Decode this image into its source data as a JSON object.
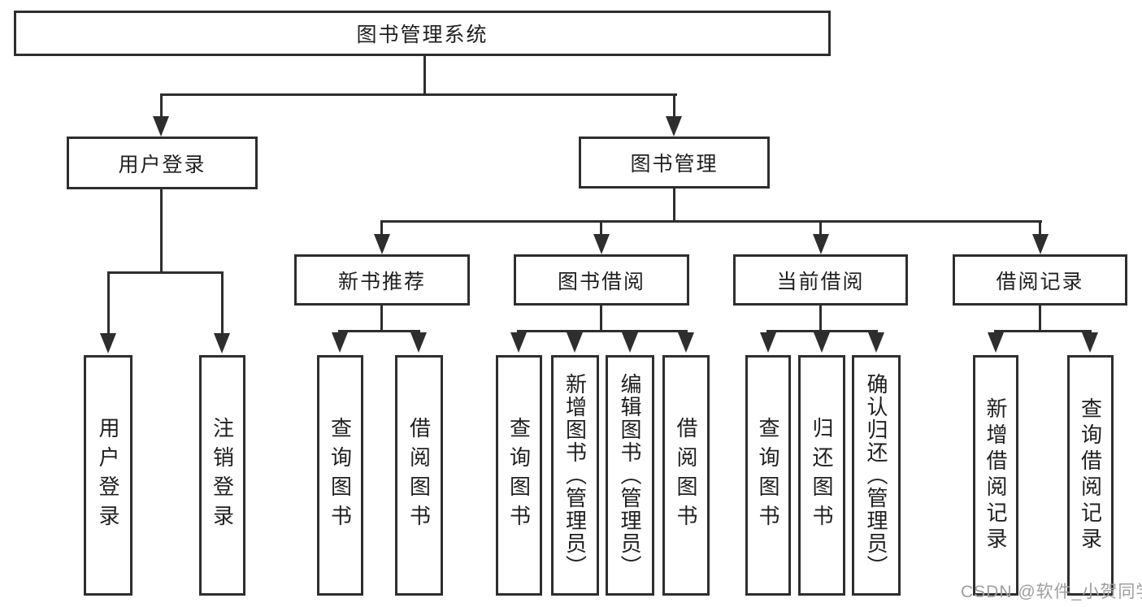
{
  "diagram_type": "feature-tree",
  "nodes": {
    "root": "图书管理系统",
    "user_login": "用户登录",
    "book_mgmt": "图书管理",
    "new_book_recommend": "新书推荐",
    "book_borrow": "图书借阅",
    "current_borrow": "当前借阅",
    "borrow_records": "借阅记录"
  },
  "leaves": [
    {
      "label": "用户登录"
    },
    {
      "label": "注销登录"
    },
    {
      "label": "查询图书"
    },
    {
      "label": "借阅图书"
    },
    {
      "label": "查询图书"
    },
    {
      "label": "新增图书（管理员）"
    },
    {
      "label": "编辑图书（管理员）"
    },
    {
      "label": "借阅图书"
    },
    {
      "label": "查询图书"
    },
    {
      "label": "归还图书"
    },
    {
      "label": "确认归还（管理员）"
    },
    {
      "label": "新增借阅记录"
    },
    {
      "label": "查询借阅记录"
    }
  ],
  "hierarchy": {
    "图书管理系统": {
      "用户登录": [
        "用户登录",
        "注销登录"
      ],
      "图书管理": {
        "新书推荐": [
          "查询图书",
          "借阅图书"
        ],
        "图书借阅": [
          "查询图书",
          "新增图书（管理员）",
          "编辑图书（管理员）",
          "借阅图书"
        ],
        "当前借阅": [
          "查询图书",
          "归还图书",
          "确认归还（管理员）"
        ],
        "借阅记录": [
          "新增借阅记录",
          "查询借阅记录"
        ]
      }
    }
  },
  "watermark": "CSDN @软件_小贺同学",
  "colors": {
    "line": "#2e2e2e",
    "box_background": "#ffffff",
    "text": "#1f1f1f",
    "watermark": "#9e9e9e",
    "page_background": "#ffffff"
  }
}
